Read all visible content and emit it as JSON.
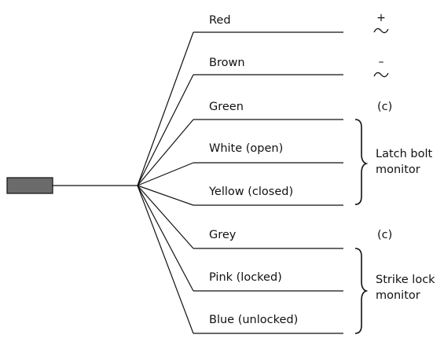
{
  "wires": [
    {
      "label": "Red"
    },
    {
      "label": "Brown"
    },
    {
      "label": "Green"
    },
    {
      "label": "White  (open)"
    },
    {
      "label": "Yellow  (closed)"
    },
    {
      "label": "Grey"
    },
    {
      "label": "Pink  (locked)"
    },
    {
      "label": "Blue  (unlocked)"
    }
  ],
  "terminals": {
    "red_sign": "+",
    "brown_sign": "–",
    "green_note": "(c)",
    "grey_note": "(c)"
  },
  "groups": {
    "latch_bolt_line1": "Latch bolt",
    "latch_bolt_line2": "monitor",
    "strike_lock_line1": "Strike lock",
    "strike_lock_line2": "monitor"
  },
  "colors": {
    "connector_fill": "#6b6b6b",
    "line": "#111111"
  }
}
